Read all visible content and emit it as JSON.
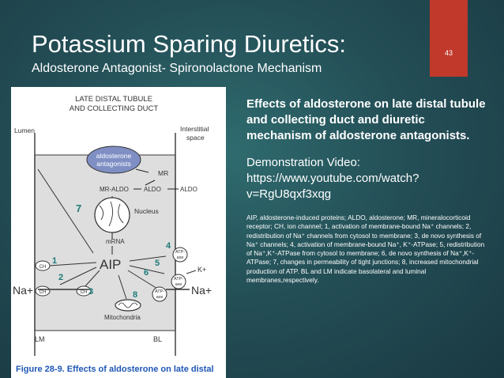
{
  "slide": {
    "title": "Potassium Sparing Diuretics:",
    "subtitle": "Aldosterone Antagonist- Spironolactone Mechanism",
    "page_number": "43",
    "accent_color": "#c0392b"
  },
  "figure": {
    "header_line1": "LATE DISTAL TUBULE",
    "header_line2": "AND COLLECTING DUCT",
    "lumen": "Lumen",
    "interstitial_line1": "Interstitial",
    "interstitial_line2": "space",
    "antagonists_line1": "aldosterone",
    "antagonists_line2": "antagonists",
    "mr": "MR",
    "mr_aldo": "MR-ALDO",
    "aldo_inner": "ALDO",
    "aldo_outer": "ALDO",
    "nucleus": "Nucleus",
    "mrna": "mRNA",
    "aip": "AIP",
    "ch1": "CH",
    "ch2": "CH",
    "ch3": "CH",
    "atpase1_line1": "ATP-",
    "atpase1_line2": "ase",
    "atpase2_line1": "ATP-",
    "atpase2_line2": "ase",
    "atpase3_line1": "ATP-",
    "atpase3_line2": "ase",
    "na_left": "Na+",
    "na_right": "Na+",
    "k": "K+",
    "mitochondria": "Mitochondria",
    "lm": "LM",
    "bl": "BL",
    "n1": "1",
    "n2": "2",
    "n3": "3",
    "n4": "4",
    "n5": "5",
    "n6": "6",
    "n7": "7",
    "n8": "8",
    "caption": "Figure 28-9. Effects of aldosterone on late distal"
  },
  "right": {
    "heading": "Effects of aldosterone on late distal tubule and collecting duct and diuretic mechanism of aldosterone antagonists.",
    "video_label": "Demonstration Video:",
    "video_url_line1": "https://www.youtube.com/watch?",
    "video_url_line2": "v=RgU8qxf3xqg",
    "legend": "AIP, aldosterone-induced proteins; ALDO, aldosterone; MR, mineralocorticoid receptor; CH, ion channel; 1, activation of membrane-bound Na⁺ channels; 2, redistribution of Na⁺ channels from cytosol to membrane; 3, de novo synthesis of Na⁺ channels; 4, activation of membrane-bound Na⁺, K⁺-ATPase; 5, redistribution of Na⁺,K⁺-ATPase from cytosol to membrane; 6, de novo synthesis of Na⁺,K⁺-ATPase; 7, changes in permeability of tight junctions; 8, increased mitochondrial production of ATP. BL and LM indicate basolateral and luminal membranes,respectively."
  }
}
